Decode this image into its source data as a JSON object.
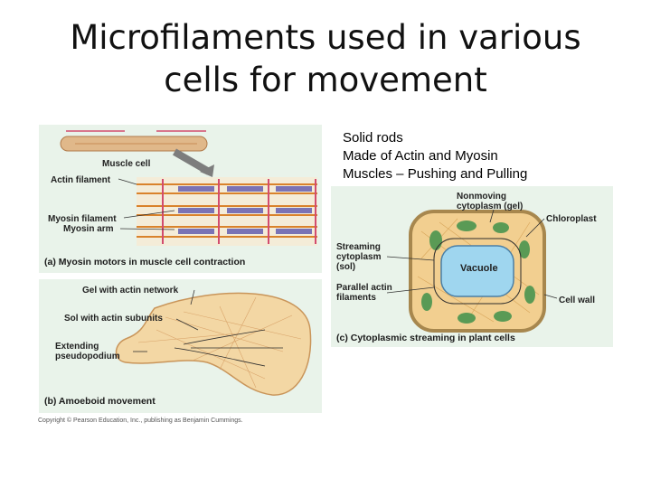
{
  "slide": {
    "title_line1": "Microfilaments used in various",
    "title_line2": "cells for movement",
    "bullets": [
      "Solid rods",
      "Made of Actin and Myosin",
      "Muscles – Pushing and Pulling"
    ]
  },
  "figure_a": {
    "labels": {
      "muscle_cell": "Muscle cell",
      "actin_filament": "Actin filament",
      "myosin_filament": "Myosin filament",
      "myosin_arm": "Myosin arm"
    },
    "caption": "(a) Myosin motors in muscle cell contraction"
  },
  "figure_b": {
    "labels": {
      "gel": "Gel with actin network",
      "sol": "Sol with actin subunits",
      "extending1": "Extending",
      "extending2": "pseudopodium"
    },
    "caption": "(b) Amoeboid movement"
  },
  "figure_c": {
    "labels": {
      "nonmoving1": "Nonmoving",
      "nonmoving2": "cytoplasm (gel)",
      "chloroplast": "Chloroplast",
      "streaming1": "Streaming",
      "streaming2": "cytoplasm",
      "streaming3": "(sol)",
      "vacuole": "Vacuole",
      "parallel1": "Parallel actin",
      "parallel2": "filaments",
      "cell_wall": "Cell wall"
    },
    "caption": "(c) Cytoplasmic streaming in plant cells"
  },
  "copyright": "Copyright © Pearson Education, Inc., publishing as Benjamin Cummings.",
  "colors": {
    "panel_bg": "#e9f3ea",
    "muscle": "#e0b88a",
    "actin": "#d9822b",
    "myosin": "#7a73b5",
    "cytoplasm": "#f2cf90",
    "chloroplast": "#5a9a55",
    "vacuole": "#9fd6ef"
  }
}
